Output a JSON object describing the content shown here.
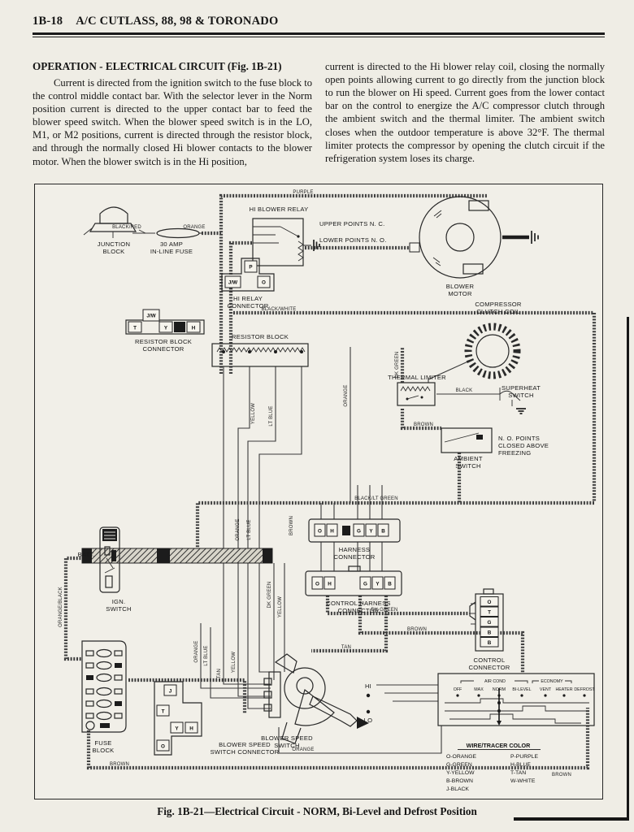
{
  "page": {
    "header_num": "1B-18",
    "header_title": "A/C CUTLASS, 88, 98 & TORONADO",
    "caption": "Fig. 1B-21—Electrical Circuit - NORM, Bi-Level and Defrost Position"
  },
  "article": {
    "heading": "OPERATION - ELECTRICAL CIRCUIT (Fig. 1B-21)",
    "col1": "Current is directed from the ignition switch to the fuse block to the control middle contact bar. With the selector lever in the Norm position current is directed to the upper contact bar to feed the blower speed switch. When the blower speed switch is in the LO, M1, or M2 positions, current is directed through the resistor block, and through the normally closed Hi blower contacts to the blower motor. When the blower switch is in the Hi position,",
    "col2": "current is directed to the Hi blower relay coil, closing the normally open points allowing current to go directly from the junction block to run the blower on Hi speed. Current goes from the lower contact bar on the control to energize the A/C compressor clutch through the ambient switch and the thermal limiter. The ambient switch closes when the outdoor temperature is above 32°F. The thermal limiter protects the compressor by opening the clutch circuit if the refrigeration system loses its charge."
  },
  "diagram": {
    "labels": {
      "junction_block": "JUNCTION\nBLOCK",
      "inline_fuse": "30 AMP\nIN-LINE FUSE",
      "hi_blower_relay": "HI BLOWER RELAY",
      "upper_points": "UPPER POINTS N. C.",
      "lower_points": "LOWER POINTS N. O.",
      "hi_relay_connector": "HI RELAY\nCONNECTOR",
      "blower_motor": "BLOWER\nMOTOR",
      "compressor_clutch_coil": "COMPRESSOR\nCLUTCH COIL",
      "resistor_block": "RESISTOR BLOCK",
      "resistor_block_connector": "RESISTOR BLOCK\nCONNECTOR",
      "thermal_limiter": "THERMAL LIMITER",
      "superheat_switch": "SUPERHEAT\nSWITCH",
      "ambient_switch": "AMBIENT\nSWITCH",
      "no_points": "N. O. POINTS\nCLOSED ABOVE\nFREEZING",
      "harness_connector": "HARNESS\nCONNECTOR",
      "control_harness_connector": "CONTROL HARNESS\nCONNECTOR",
      "control_connector": "CONTROL\nCONNECTOR",
      "ign_switch": "IGN.\nSWITCH",
      "batt": "BATT.",
      "fuse_block": "FUSE\nBLOCK",
      "blower_speed_switch": "BLOWER SPEED\nSWITCH",
      "blower_speed_switch_connector": "BLOWER SPEED\nSWITCH CONNECTOR",
      "hi": "HI",
      "lo": "LO"
    },
    "wire_colors": {
      "orange": "ORANGE",
      "purple": "PURPLE",
      "black_red": "BLACK/RED",
      "black_white": "BLACK/WHITE",
      "black_lt_green": "BLACK/LT GREEN",
      "orange_black": "ORANGE/BLACK",
      "yellow": "YELLOW",
      "lt_blue": "LT BLUE",
      "dk_green": "DK GREEN",
      "brown": "BROWN",
      "tan": "TAN",
      "black": "BLACK"
    },
    "connectors": {
      "hi_relay": {
        "pins": [
          "P",
          "J/W",
          "O"
        ]
      },
      "resistor": {
        "pins": [
          "J/W",
          "T",
          "Y",
          "H"
        ]
      },
      "harness": {
        "pins": [
          "O",
          "H",
          "G",
          "Y",
          "B"
        ]
      },
      "control_harness": {
        "pins": [
          "O",
          "H",
          "G",
          "Y",
          "B"
        ]
      },
      "control": {
        "pins": [
          "O",
          "T",
          "G",
          "B",
          "B"
        ]
      },
      "blower_speed": {
        "pins": [
          "J",
          "T",
          "Y",
          "H",
          "O"
        ]
      }
    },
    "control_head": {
      "groups": [
        "AIR COND",
        "ECONOMY"
      ],
      "positions": [
        "OFF",
        "MAX",
        "NORM",
        "BI-LEVEL",
        "VENT",
        "HEATER",
        "DEFROST"
      ]
    },
    "legend": {
      "title": "WIRE/TRACER COLOR",
      "left": [
        "O-ORANGE",
        "G-GREEN",
        "Y-YELLOW",
        "B-BROWN",
        "J-BLACK"
      ],
      "right": [
        "P-PURPLE",
        "H-BLUE",
        "T-TAN",
        "W-WHITE"
      ]
    }
  }
}
